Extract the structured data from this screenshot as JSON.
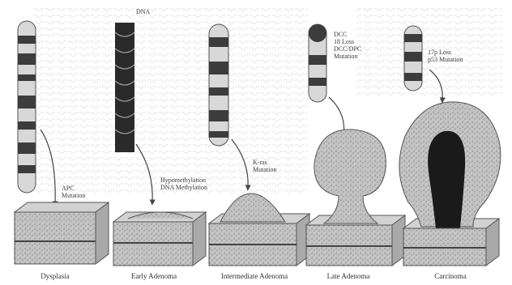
{
  "stages": [
    {
      "label": "Dysplasia"
    },
    {
      "label": "Early Adenoma"
    },
    {
      "label": "Intermediate Adenoma"
    },
    {
      "label": "Late Adenoma"
    },
    {
      "label": "Carcinoma"
    }
  ],
  "annotations": {
    "apc": "APC\nMutation",
    "dna": "DNA",
    "dna_hypo": "Hypomethylation\nDNA Methylation",
    "kras": "K-ras\nMutation",
    "dcc": "DCC\n18 Loss\nDCC/DPC\nMutation",
    "p53": "17p Loss\np53 Mutation"
  },
  "colors": {
    "band_dark": "#3c3c3c",
    "band_light": "#d8d8d8",
    "tissue_top": "#d2d2d2",
    "tissue_front": "#a9a9a9",
    "tumor": "#bdbdbd",
    "lumen": "#1a1a1a"
  }
}
